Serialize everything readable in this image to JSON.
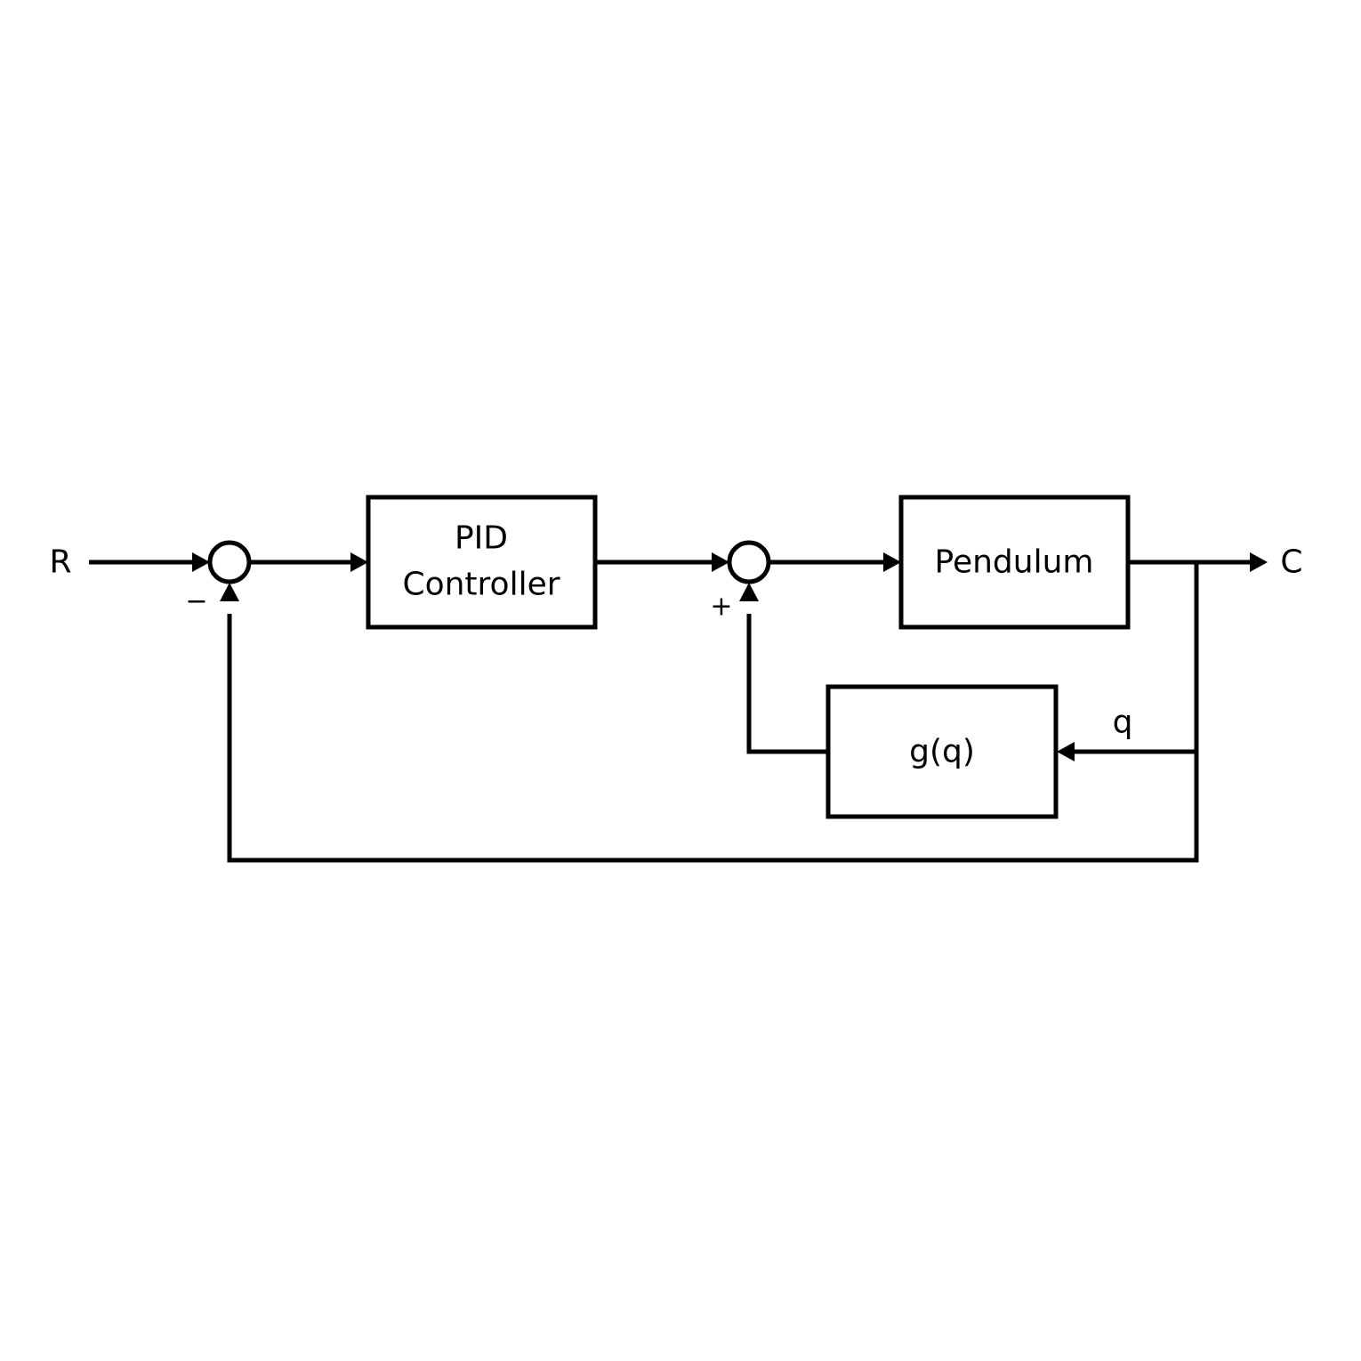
{
  "signals": {
    "input": "R",
    "output": "C",
    "feedback_inner": "q"
  },
  "blocks": {
    "controller": {
      "line1": "PID",
      "line2": "Controller"
    },
    "plant": "Pendulum",
    "compensator": "g(q)"
  },
  "junctions": {
    "outer_sign": "−",
    "inner_sign": "+"
  }
}
